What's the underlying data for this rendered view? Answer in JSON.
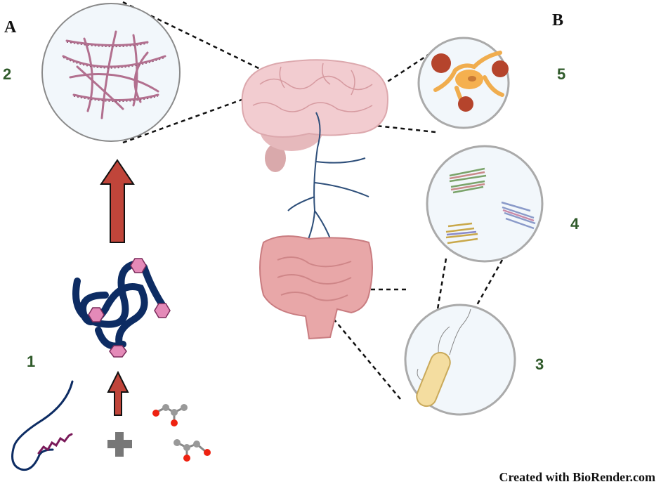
{
  "panels": {
    "a": "A",
    "b": "B"
  },
  "steps": {
    "s1": "1",
    "s2": "2",
    "s3": "3",
    "s4": "4",
    "s5": "5"
  },
  "credit": "Created with BioRender.com",
  "colors": {
    "step_number": "#2f5a2a",
    "arrow": "#c0392b",
    "protein": "#0d2c63",
    "fibril": "#b2708f",
    "circle_fill": "#f2f7fb"
  }
}
